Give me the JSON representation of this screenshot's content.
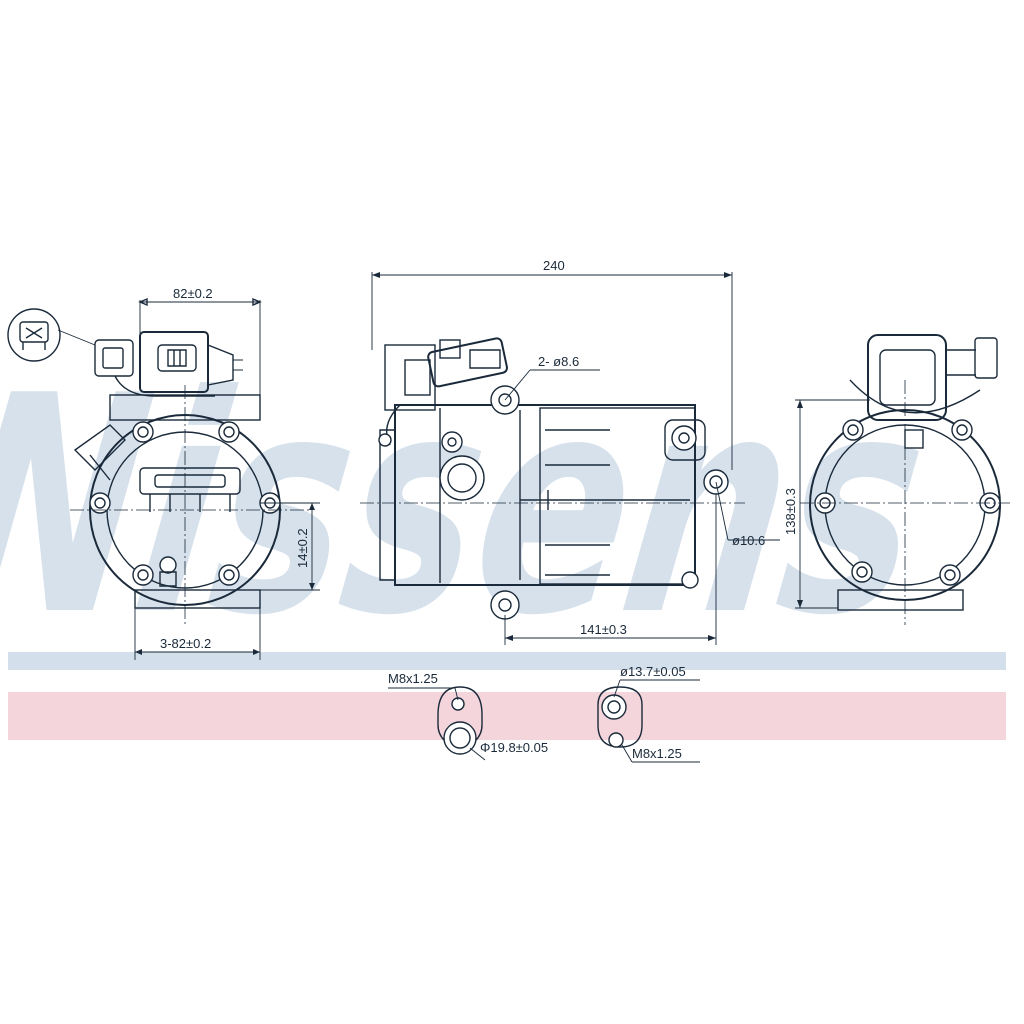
{
  "watermark": {
    "text": "Nissens",
    "color": "#c9d8e6"
  },
  "bands": {
    "blue": "#d3dfea",
    "pink": "#f5d5dc"
  },
  "dimensions": {
    "overall_length": "240",
    "left_top_width": "82±0.2",
    "left_bottom_width": "3-82±0.2",
    "left_height": "14±0.2",
    "mount_holes": "2- ø8.6",
    "hole_diameter": "ø10.6",
    "bolt_span": "141±0.3",
    "right_height": "138±0.3",
    "port1_thread": "M8x1.25",
    "port1_diameter": "Φ19.8±0.05",
    "port2_diameter": "ø13.7±0.05",
    "port2_thread": "M8x1.25"
  },
  "icons": {
    "connector": "connector-pin-icon"
  }
}
